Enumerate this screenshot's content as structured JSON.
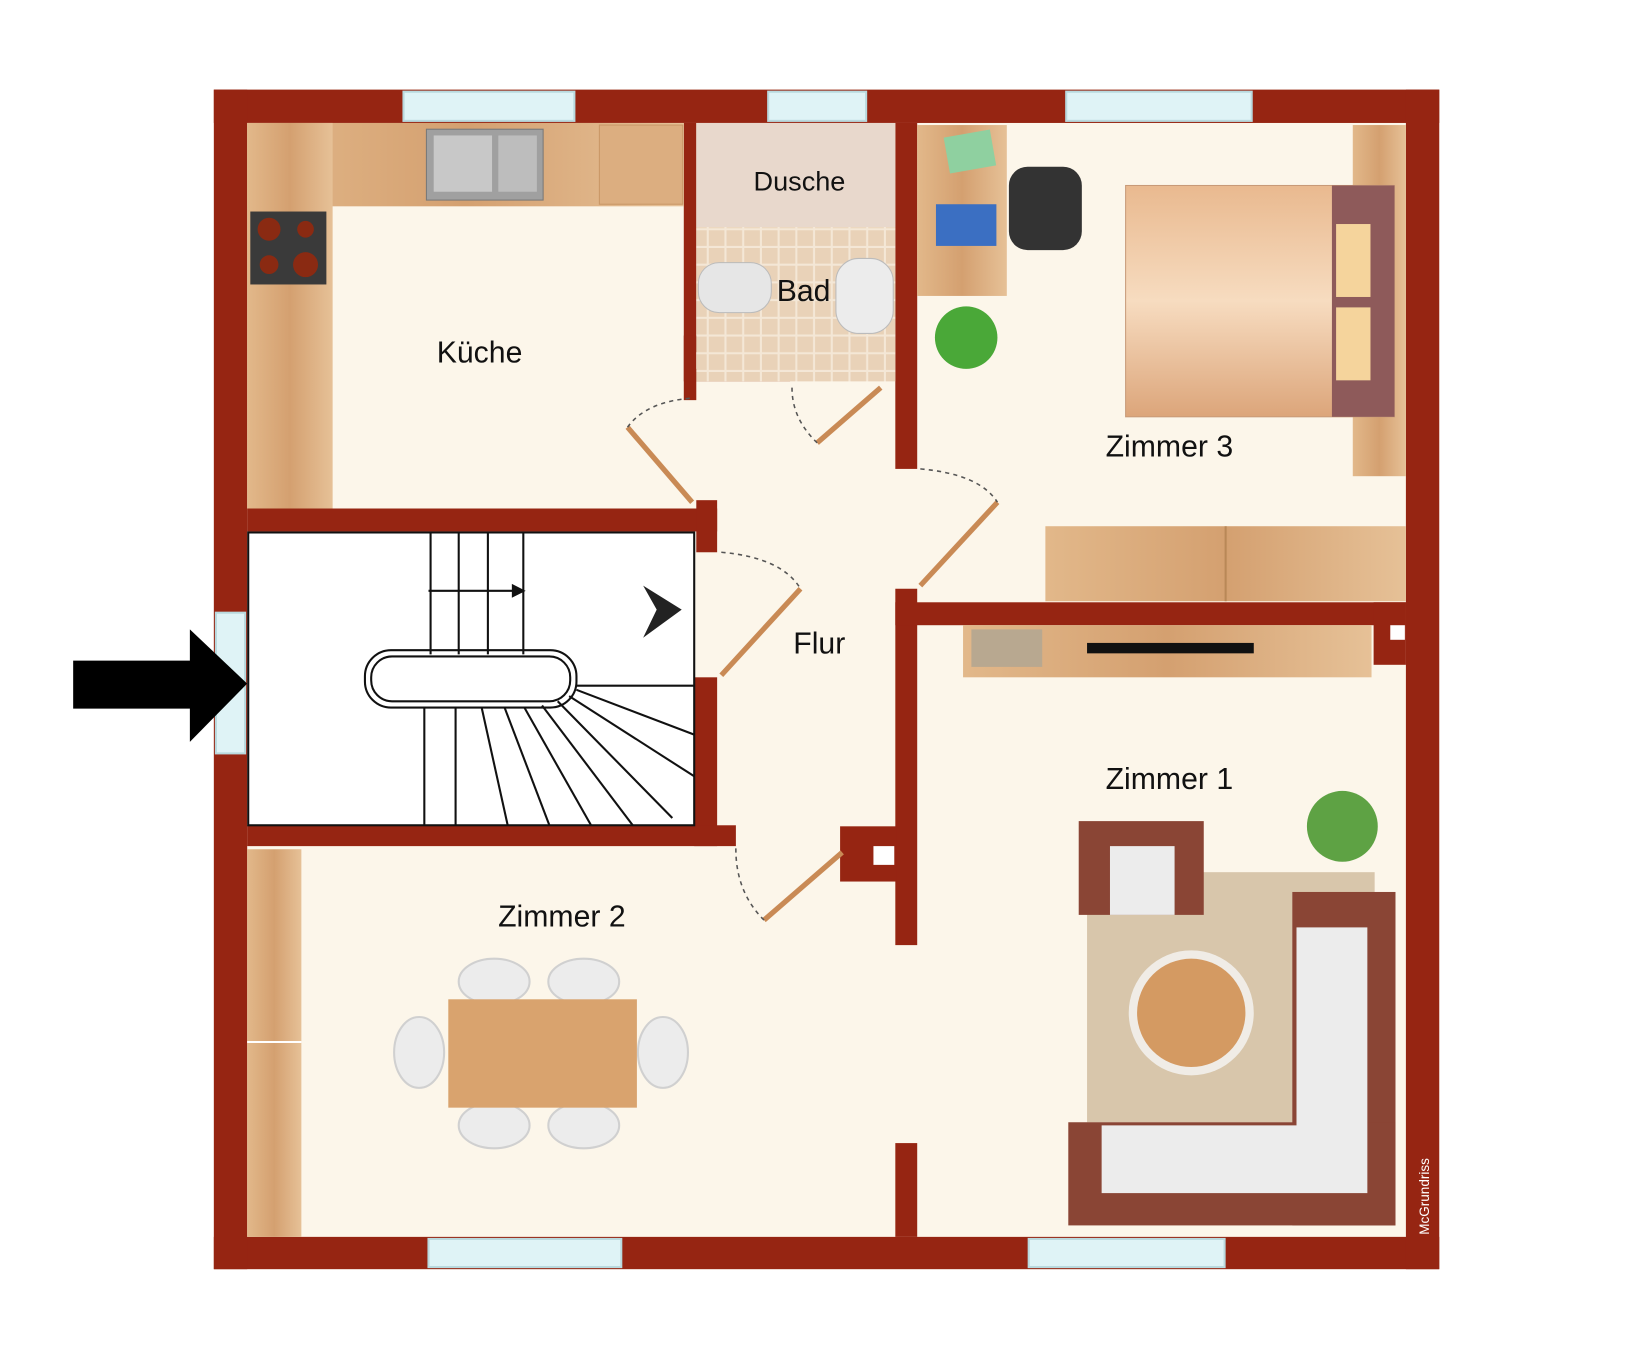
{
  "rooms": {
    "kitchen": "Küche",
    "shower": "Dusche",
    "bath": "Bad",
    "room3": "Zimmer 3",
    "hall": "Flur",
    "room1": "Zimmer 1",
    "room2": "Zimmer 2"
  },
  "watermark": "McGrundriss",
  "colors": {
    "wall": "#962512",
    "floor": "#fcf6ea",
    "window": "#dff3f6",
    "wood": "#d9a877"
  }
}
